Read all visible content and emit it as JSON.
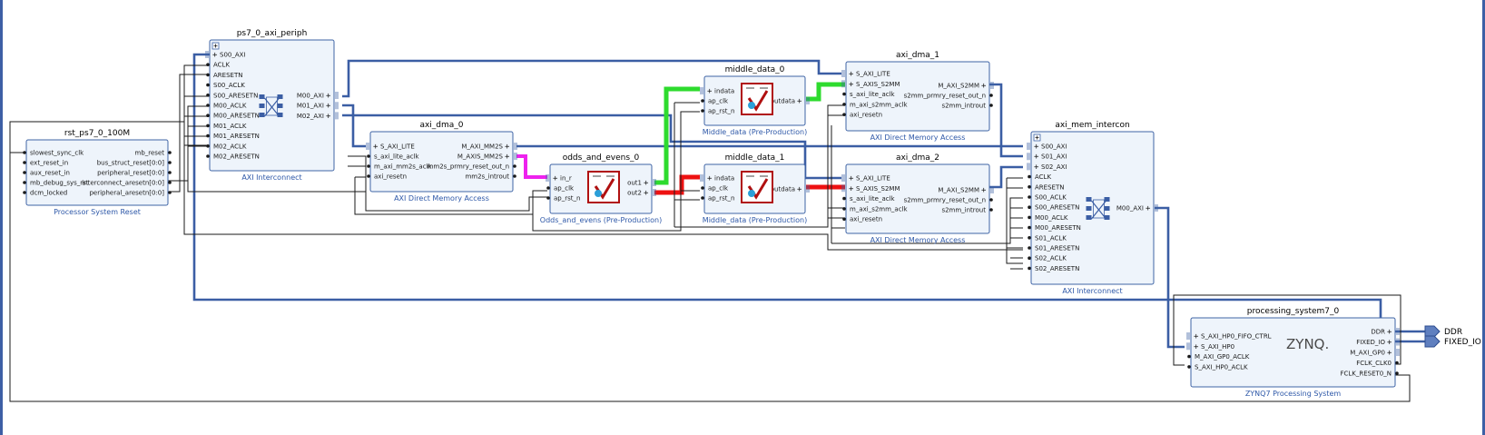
{
  "diagram": {
    "blocks": {
      "ps7_0_axi_periph": {
        "title": "ps7_0_axi_periph",
        "subtitle": "AXI Interconnect",
        "ports_left": [
          "S00_AXI",
          "ACLK",
          "ARESETN",
          "S00_ACLK",
          "S00_ARESETN",
          "M00_ACLK",
          "M00_ARESETN",
          "M01_ACLK",
          "M01_ARESETN",
          "M02_ACLK",
          "M02_ARESETN"
        ],
        "ports_right": [
          "M00_AXI",
          "M01_AXI",
          "M02_AXI"
        ]
      },
      "rst_ps7_0_100M": {
        "title": "rst_ps7_0_100M",
        "subtitle": "Processor System Reset",
        "ports_left": [
          "slowest_sync_clk",
          "ext_reset_in",
          "aux_reset_in",
          "mb_debug_sys_rst",
          "dcm_locked"
        ],
        "ports_right": [
          "mb_reset",
          "bus_struct_reset[0:0]",
          "peripheral_reset[0:0]",
          "interconnect_aresetn[0:0]",
          "peripheral_aresetn[0:0]"
        ]
      },
      "axi_dma_0": {
        "title": "axi_dma_0",
        "subtitle": "AXI Direct Memory Access",
        "ports_left": [
          "S_AXI_LITE",
          "s_axi_lite_aclk",
          "m_axi_mm2s_aclk",
          "axi_resetn"
        ],
        "ports_right": [
          "M_AXI_MM2S",
          "M_AXIS_MM2S",
          "mm2s_prmry_reset_out_n",
          "mm2s_introut"
        ]
      },
      "odds_and_evens_0": {
        "title": "odds_and_evens_0",
        "subtitle": "Odds_and_evens (Pre-Production)",
        "ports_left": [
          "in_r",
          "ap_clk",
          "ap_rst_n"
        ],
        "ports_right": [
          "out1",
          "out2"
        ]
      },
      "middle_data_0": {
        "title": "middle_data_0",
        "subtitle": "Middle_data (Pre-Production)",
        "ports_left": [
          "indata",
          "ap_clk",
          "ap_rst_n"
        ],
        "ports_right": [
          "outdata"
        ]
      },
      "middle_data_1": {
        "title": "middle_data_1",
        "subtitle": "Middle_data (Pre-Production)",
        "ports_left": [
          "indata",
          "ap_clk",
          "ap_rst_n"
        ],
        "ports_right": [
          "outdata"
        ]
      },
      "axi_dma_1": {
        "title": "axi_dma_1",
        "subtitle": "AXI Direct Memory Access",
        "ports_left": [
          "S_AXI_LITE",
          "S_AXIS_S2MM",
          "s_axi_lite_aclk",
          "m_axi_s2mm_aclk",
          "axi_resetn"
        ],
        "ports_right": [
          "M_AXI_S2MM",
          "s2mm_prmry_reset_out_n",
          "s2mm_introut"
        ]
      },
      "axi_dma_2": {
        "title": "axi_dma_2",
        "subtitle": "AXI Direct Memory Access",
        "ports_left": [
          "S_AXI_LITE",
          "S_AXIS_S2MM",
          "s_axi_lite_aclk",
          "m_axi_s2mm_aclk",
          "axi_resetn"
        ],
        "ports_right": [
          "M_AXI_S2MM",
          "s2mm_prmry_reset_out_n",
          "s2mm_introut"
        ]
      },
      "axi_mem_intercon": {
        "title": "axi_mem_intercon",
        "subtitle": "AXI Interconnect",
        "ports_left": [
          "S00_AXI",
          "S01_AXI",
          "S02_AXI",
          "ACLK",
          "ARESETN",
          "S00_ACLK",
          "S00_ARESETN",
          "M00_ACLK",
          "M00_ARESETN",
          "S01_ACLK",
          "S01_ARESETN",
          "S02_ACLK",
          "S02_ARESETN"
        ],
        "ports_right": [
          "M00_AXI"
        ]
      },
      "processing_system7_0": {
        "title": "processing_system7_0",
        "subtitle": "ZYNQ7 Processing System",
        "logo": "ZYNQ.",
        "ports_left": [
          "S_AXI_HP0_FIFO_CTRL",
          "S_AXI_HP0",
          "M_AXI_GP0_ACLK",
          "S_AXI_HP0_ACLK"
        ],
        "ports_right": [
          "DDR",
          "FIXED_IO",
          "M_AXI_GP0",
          "FCLK_CLK0",
          "FCLK_RESET0_N"
        ]
      }
    },
    "external_ports": [
      "DDR",
      "FIXED_IO"
    ],
    "colors": {
      "bus": "#3b5ea4",
      "block_fill": "#eef4fb",
      "stream_green": "#2edb2e",
      "stream_magenta": "#ee22ee",
      "stream_red": "#ee1111",
      "hls_icon": "#b01010"
    }
  }
}
